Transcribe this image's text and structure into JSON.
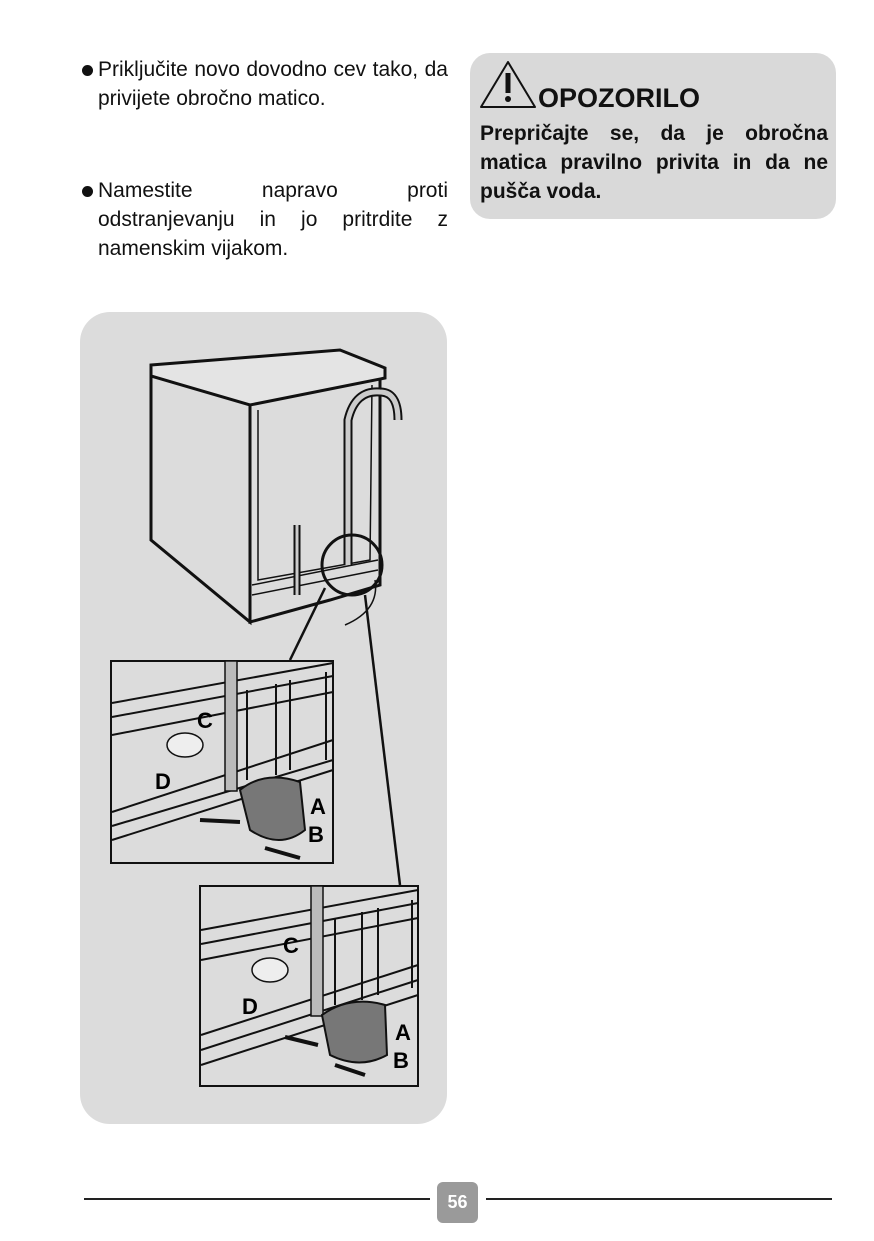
{
  "instructions": [
    {
      "text": "Priključite novo dovodno cev tako, da privijete obročno matico."
    },
    {
      "text": "Namestite napravo proti odstranjevanju in jo pritrdite z namenskim vijakom."
    }
  ],
  "warning": {
    "icon": "warning-triangle-icon",
    "title": "OPOZORILO",
    "body": "Prepričajte se, da je obročna matica pravilno privita in da ne pušča voda."
  },
  "illustration": {
    "detail_top": {
      "labels": {
        "a": "A",
        "b": "B",
        "c": "C",
        "d": "D"
      }
    },
    "detail_bottom": {
      "labels": {
        "a": "A",
        "b": "B",
        "c": "C",
        "d": "D"
      }
    }
  },
  "footer": {
    "page_number": "56"
  }
}
